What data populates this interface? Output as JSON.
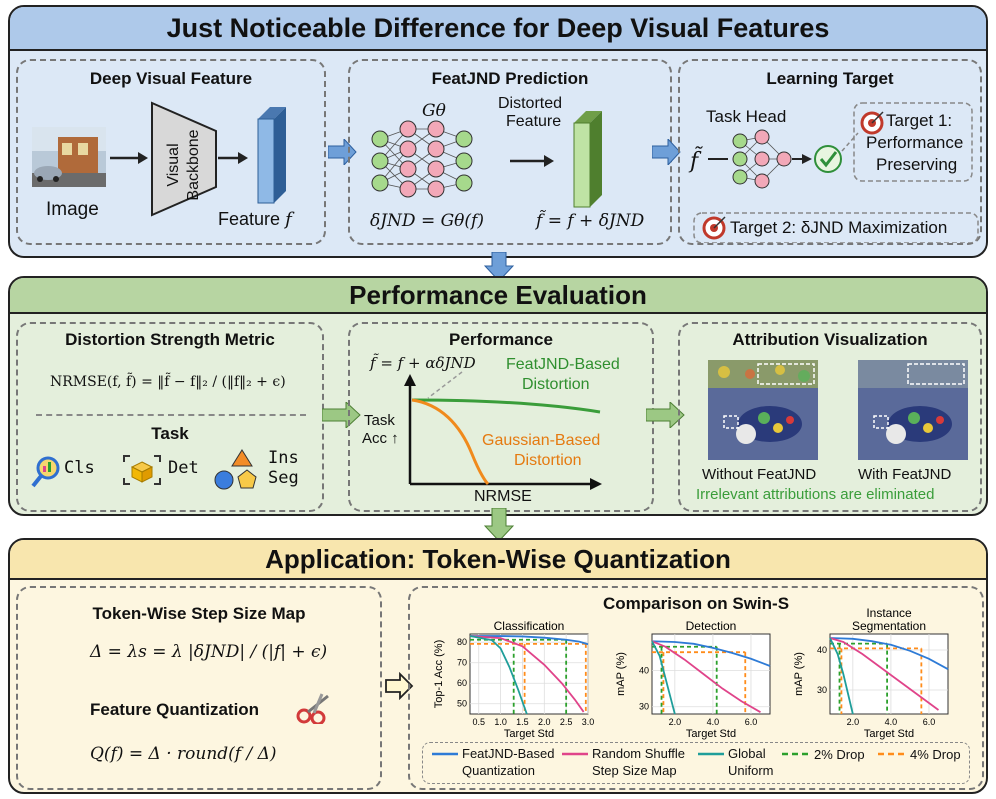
{
  "colors": {
    "top_bg": "#dce8f6",
    "top_header": "#aec9ea",
    "mid_bg": "#e4efdc",
    "mid_header": "#b7d5a2",
    "bot_bg": "#fdf6e0",
    "bot_header": "#f8e6ae",
    "feat_jnd_blue": "#2e7bd6",
    "random_pink": "#e0448a",
    "global_teal": "#1f9e9a",
    "drop2_green": "#2ca02c",
    "drop4_orange": "#ff8c1a"
  },
  "top": {
    "title": "Just Noticeable Difference for Deep Visual Features",
    "deep_feature": {
      "title": "Deep Visual Feature",
      "image_label": "Image",
      "backbone_label": "Visual Backbone",
      "feature_label": "Feature",
      "feature_symbol": "f"
    },
    "prediction": {
      "title": "FeatJND Prediction",
      "g_theta": "Gθ",
      "distorted_label_1": "Distorted",
      "distorted_label_2": "Feature",
      "delta_eq": "δJND = Gθ(f)",
      "ftilde_eq": "f̃ = f + δJND"
    },
    "learning": {
      "title": "Learning Target",
      "task_head": "Task Head",
      "ftilde": "f̃",
      "target1_l1": "Target 1:",
      "target1_l2": "Performance",
      "target1_l3": "Preserving",
      "target2": "Target 2: δJND Maximization"
    }
  },
  "middle": {
    "title": "Performance Evaluation",
    "metric": {
      "title": "Distortion Strength Metric",
      "formula": "NRMSE(f, f̃) = ‖f̃ − f‖₂ / (‖f‖₂ + ϵ)",
      "task_title": "Task",
      "cls": "Cls",
      "det": "Det",
      "ins_1": "Ins",
      "ins_2": "Seg"
    },
    "performance": {
      "title": "Performance",
      "eq": "f̃ = f + αδJND",
      "featjnd_1": "FeatJND-Based",
      "featjnd_2": "Distortion",
      "gauss_1": "Gaussian-Based",
      "gauss_2": "Distortion",
      "ylabel_1": "Task",
      "ylabel_2": "Acc",
      "xlabel": "NRMSE"
    },
    "attribution": {
      "title": "Attribution Visualization",
      "without": "Without FeatJND",
      "with": "With FeatJND",
      "note": "Irrelevant attributions are eliminated"
    }
  },
  "bottom": {
    "title": "Application: Token-Wise Quantization",
    "left": {
      "step_title": "Token-Wise Step Size Map",
      "step_formula": "Δ = λs = λ |δJND| / (|f| + ϵ)",
      "quant_title": "Feature Quantization",
      "quant_formula": "Q(f) = Δ · round(f / Δ)"
    },
    "comparison_title": "Comparison on Swin-S",
    "legend": {
      "featjnd_1": "FeatJND-Based",
      "featjnd_2": "Quantization",
      "random_1": "Random Shuffle",
      "random_2": "Step Size Map",
      "global_1": "Global",
      "global_2": "Uniform",
      "drop2": "2% Drop",
      "drop4": "4% Drop"
    }
  },
  "chart_data": [
    {
      "type": "line",
      "title": "Classification",
      "xlabel": "Target Std",
      "ylabel": "Top-1 Acc (%)",
      "xlim": [
        0.3,
        3.0
      ],
      "ylim": [
        45,
        84
      ],
      "xticks": [
        0.5,
        1.0,
        1.5,
        2.0,
        2.5,
        3.0
      ],
      "yticks": [
        50,
        60,
        70,
        80
      ],
      "series": [
        {
          "name": "FeatJND-Based Quantization",
          "x": [
            0.3,
            1.0,
            1.5,
            2.0,
            2.5,
            2.8,
            3.0
          ],
          "y": [
            83,
            83,
            82.8,
            82.2,
            81.2,
            80.3,
            79.0
          ]
        },
        {
          "name": "Random Shuffle Step Size Map",
          "x": [
            0.3,
            1.0,
            1.5,
            2.0,
            2.4,
            2.7,
            2.9
          ],
          "y": [
            83,
            82,
            78,
            69,
            60,
            52,
            46
          ]
        },
        {
          "name": "Global Uniform",
          "x": [
            0.3,
            0.8,
            1.0,
            1.2,
            1.4,
            1.6
          ],
          "y": [
            83,
            81,
            77,
            68,
            57,
            45
          ]
        }
      ],
      "drop_2": {
        "y": 81.2,
        "x_random": 1.3,
        "x_featjnd": 2.5
      },
      "drop_4": {
        "y": 79.2,
        "x_random": 1.55,
        "x_featjnd": 2.95
      }
    },
    {
      "type": "line",
      "title": "Detection",
      "xlabel": "Target Std",
      "ylabel": "mAP (%)",
      "xlim": [
        0.8,
        7.0
      ],
      "ylim": [
        28,
        50
      ],
      "xticks": [
        2.0,
        4.0,
        6.0
      ],
      "yticks": [
        30,
        40
      ],
      "series": [
        {
          "name": "FeatJND-Based Quantization",
          "x": [
            0.8,
            2.0,
            3.0,
            4.0,
            5.0,
            6.0,
            7.0
          ],
          "y": [
            48,
            47.8,
            47.3,
            46.2,
            44.8,
            43.2,
            41.2
          ]
        },
        {
          "name": "Random Shuffle Step Size Map",
          "x": [
            0.8,
            1.5,
            2.5,
            3.5,
            4.5,
            5.5,
            6.5
          ],
          "y": [
            48,
            46.5,
            43,
            39,
            35,
            31.5,
            28.5
          ]
        },
        {
          "name": "Global Uniform",
          "x": [
            0.8,
            1.2,
            1.5,
            1.8,
            2.0
          ],
          "y": [
            48,
            44,
            38,
            32,
            28
          ]
        }
      ],
      "drop_2": {
        "y": 46.5,
        "x_random": 1.3,
        "x_featjnd": 4.2
      },
      "drop_4": {
        "y": 45.0,
        "x_random": 1.4,
        "x_featjnd": 5.7
      }
    },
    {
      "type": "line",
      "title": "Instance Segmentation",
      "xlabel": "Target Std",
      "ylabel": "mAP (%)",
      "xlim": [
        0.8,
        7.0
      ],
      "ylim": [
        24,
        44
      ],
      "xticks": [
        2.0,
        4.0,
        6.0
      ],
      "yticks": [
        30,
        40
      ],
      "series": [
        {
          "name": "FeatJND-Based Quantization",
          "x": [
            0.8,
            2.0,
            3.0,
            4.0,
            5.0,
            6.0,
            7.0
          ],
          "y": [
            43,
            42.8,
            42.2,
            41.3,
            39.8,
            37.8,
            35.2
          ]
        },
        {
          "name": "Random Shuffle Step Size Map",
          "x": [
            0.8,
            1.5,
            2.5,
            3.5,
            4.5,
            5.5,
            6.5
          ],
          "y": [
            43,
            42,
            39,
            35.5,
            32,
            28.5,
            25
          ]
        },
        {
          "name": "Global Uniform",
          "x": [
            0.8,
            1.2,
            1.5,
            1.8,
            2.0
          ],
          "y": [
            43,
            39,
            34,
            28,
            24
          ]
        }
      ],
      "drop_2": {
        "y": 41.6,
        "x_random": 1.3,
        "x_featjnd": 3.8
      },
      "drop_4": {
        "y": 40.4,
        "x_random": 1.4,
        "x_featjnd": 5.6
      }
    }
  ]
}
